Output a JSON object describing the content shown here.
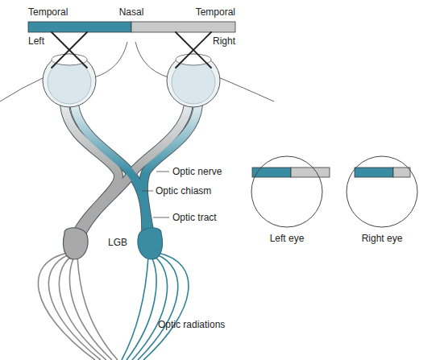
{
  "diagram": {
    "nodes": [
      {
        "text": [
          "Left eye"
        ]
      },
      {
        "text": [
          "Right eye"
        ]
      }
    ],
    "labels": [
      "Temporal",
      "Nasal",
      "Temporal",
      "Left",
      "Right",
      "Optic nerve",
      "Optic chiasm",
      "Optic tract",
      "LGB",
      "Optic radiations"
    ]
  }
}
